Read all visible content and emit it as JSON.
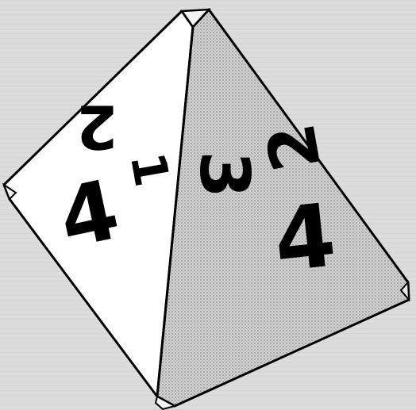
{
  "die": {
    "left_face_numerals": [
      "2",
      "4",
      "1"
    ],
    "right_face_numerals": [
      "3",
      "2",
      "4"
    ]
  },
  "colors": {
    "background": "#dcdcdc",
    "left_face": "#ffffff",
    "right_face": "#c9c9c9",
    "ink": "#000000"
  }
}
